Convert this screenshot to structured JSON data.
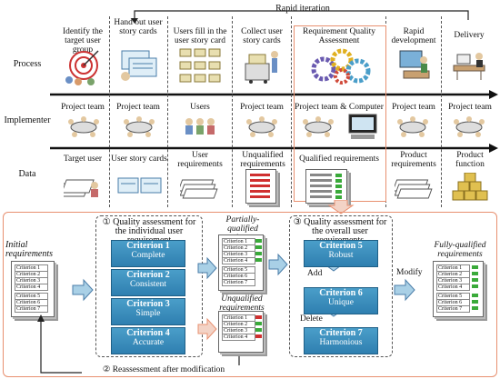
{
  "top_label": "Rapid iteration",
  "row_labels": {
    "process": "Process",
    "implementer": "Implementer",
    "data": "Data"
  },
  "steps": [
    {
      "title": "Identify the target user group",
      "implementer": "Project team",
      "data": "Target user"
    },
    {
      "title": "Hand out user story cards",
      "implementer": "Project team",
      "data": "User story cards"
    },
    {
      "title": "Users fill in the user story card",
      "implementer": "Users",
      "data": "User requirements"
    },
    {
      "title": "Collect user story cards",
      "implementer": "Project team",
      "data": "Unqualified requirements"
    },
    {
      "title": "Requirement Quality Assessment",
      "implementer": "Project team & Computer",
      "data": "Qualified requirements"
    },
    {
      "title": "Rapid development",
      "implementer": "Project team",
      "data": "Product requirements"
    },
    {
      "title": "Delivery",
      "implementer": "Project team",
      "data": "Product function"
    }
  ],
  "bottom": {
    "initial_label": "Initial requirements",
    "section1_title": "① Quality assessment for the individual user requirement",
    "section3_title": "③ Quality assessment for the overall user requirements",
    "criteria_left": [
      {
        "name": "Criterion 1",
        "desc": "Complete"
      },
      {
        "name": "Criterion 2",
        "desc": "Consistent"
      },
      {
        "name": "Criterion 3",
        "desc": "Simple"
      },
      {
        "name": "Criterion 4",
        "desc": "Accurate"
      }
    ],
    "criteria_right": [
      {
        "name": "Criterion 5",
        "desc": "Robust"
      },
      {
        "name": "Criterion 6",
        "desc": "Unique"
      },
      {
        "name": "Criterion 7",
        "desc": "Harmonious"
      }
    ],
    "add_label": "Add",
    "delete_label": "Delete",
    "partial_label": "Partially- qualified requirements",
    "unqualified_label": "Unqualified requirements",
    "fully_label": "Fully-qualified requirements",
    "modify_label": "Modify",
    "reassess_label": "② Reassessment after modification",
    "sheet_rows": [
      "Criterion 1",
      "Criterion 2",
      "Criterion 3",
      "Criterion 4",
      "Criterion 5",
      "Criterion 6",
      "Criterion 7"
    ],
    "card_rows": [
      "Criterion 1",
      "Criterion 2",
      "Criterion 3",
      "Criterion 4"
    ]
  },
  "colors": {
    "highlight": "#e89070",
    "arrow_fill": "#a9d0e6",
    "criterion_box": "#3a8fbf",
    "pass_mark": "#3aaa3a",
    "fail_mark": "#d03030"
  }
}
